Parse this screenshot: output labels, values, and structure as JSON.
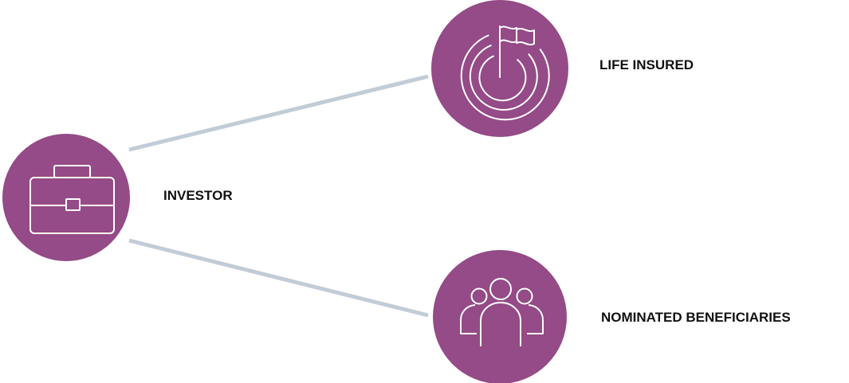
{
  "colors": {
    "node_fill": "#944b87",
    "connector": "#c2ccd6",
    "icon_stroke": "#ffffff",
    "label_text": "#111111"
  },
  "nodes": {
    "investor": {
      "label": "INVESTOR",
      "icon": "briefcase-icon"
    },
    "life_insured": {
      "label": "LIFE INSURED",
      "icon": "target-flag-icon"
    },
    "beneficiaries": {
      "label": "NOMINATED BENEFICIARIES",
      "icon": "people-group-icon"
    }
  },
  "edges": [
    {
      "from": "investor",
      "to": "life_insured"
    },
    {
      "from": "investor",
      "to": "beneficiaries"
    }
  ]
}
